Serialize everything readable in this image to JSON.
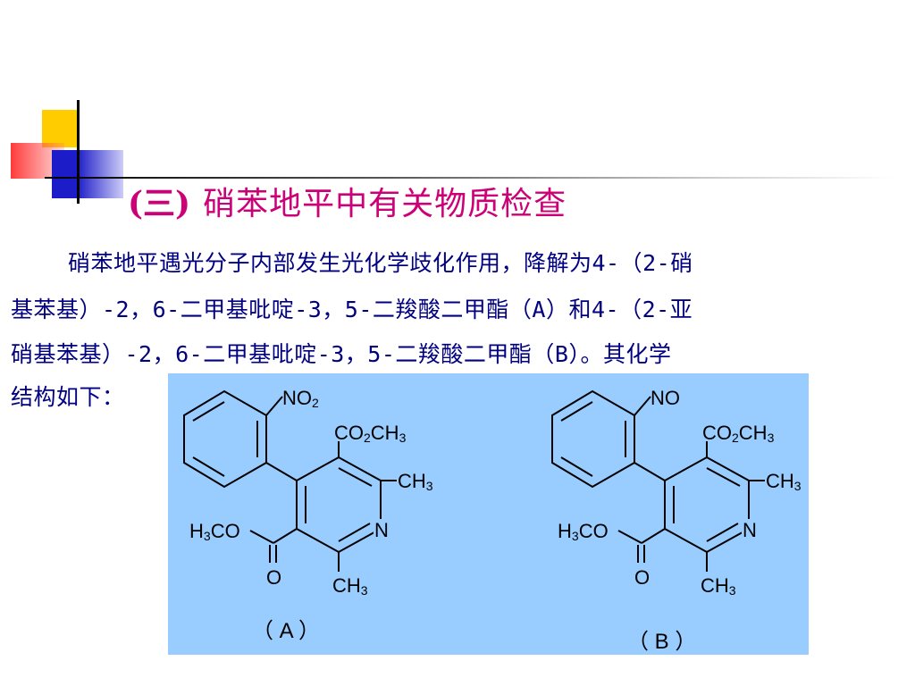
{
  "slide": {
    "title_number": "(三)",
    "title_text": "硝苯地平中有关物质检查",
    "paragraph_lines": [
      "硝苯地平遇光分子内部发生光化学歧化作用，降解为4-（2-硝",
      "基苯基）-2，6-二甲基吡啶-3，5-二羧酸二甲酯（A）和4-（2-亚",
      "硝基苯基）-2，6-二甲基吡啶-3，5-二羧酸二甲酯（B）。其化学",
      "结构如下："
    ]
  },
  "figure": {
    "background_color": "#99ccff",
    "structure_a": {
      "caption": "（ A ）",
      "nitro_group": "NO",
      "nitro_subscript": "2",
      "ester_top": {
        "a": "CO",
        "b": "2",
        "c": "CH",
        "d": "3"
      },
      "methyl_right": {
        "a": "CH",
        "b": "3"
      },
      "nitrogen": "N",
      "methyl_bottom": {
        "a": "CH",
        "b": "3"
      },
      "ester_left": {
        "a": "H",
        "b": "3",
        "c": "CO"
      },
      "carbonyl_o": "O"
    },
    "structure_b": {
      "caption": "（ B ）",
      "nitroso_group": "NO",
      "ester_top": {
        "a": "CO",
        "b": "2",
        "c": "CH",
        "d": "3"
      },
      "methyl_right": {
        "a": "CH",
        "b": "3"
      },
      "nitrogen": "N",
      "methyl_bottom": {
        "a": "CH",
        "b": "3"
      },
      "ester_left": {
        "a": "H",
        "b": "3",
        "c": "CO"
      },
      "carbonyl_o": "O"
    }
  },
  "colors": {
    "title": "#cc0077",
    "body_text": "#000080",
    "deco_yellow": "#ffcc00",
    "deco_red": "#ff3b3b",
    "deco_blue": "#1c1cc8"
  }
}
